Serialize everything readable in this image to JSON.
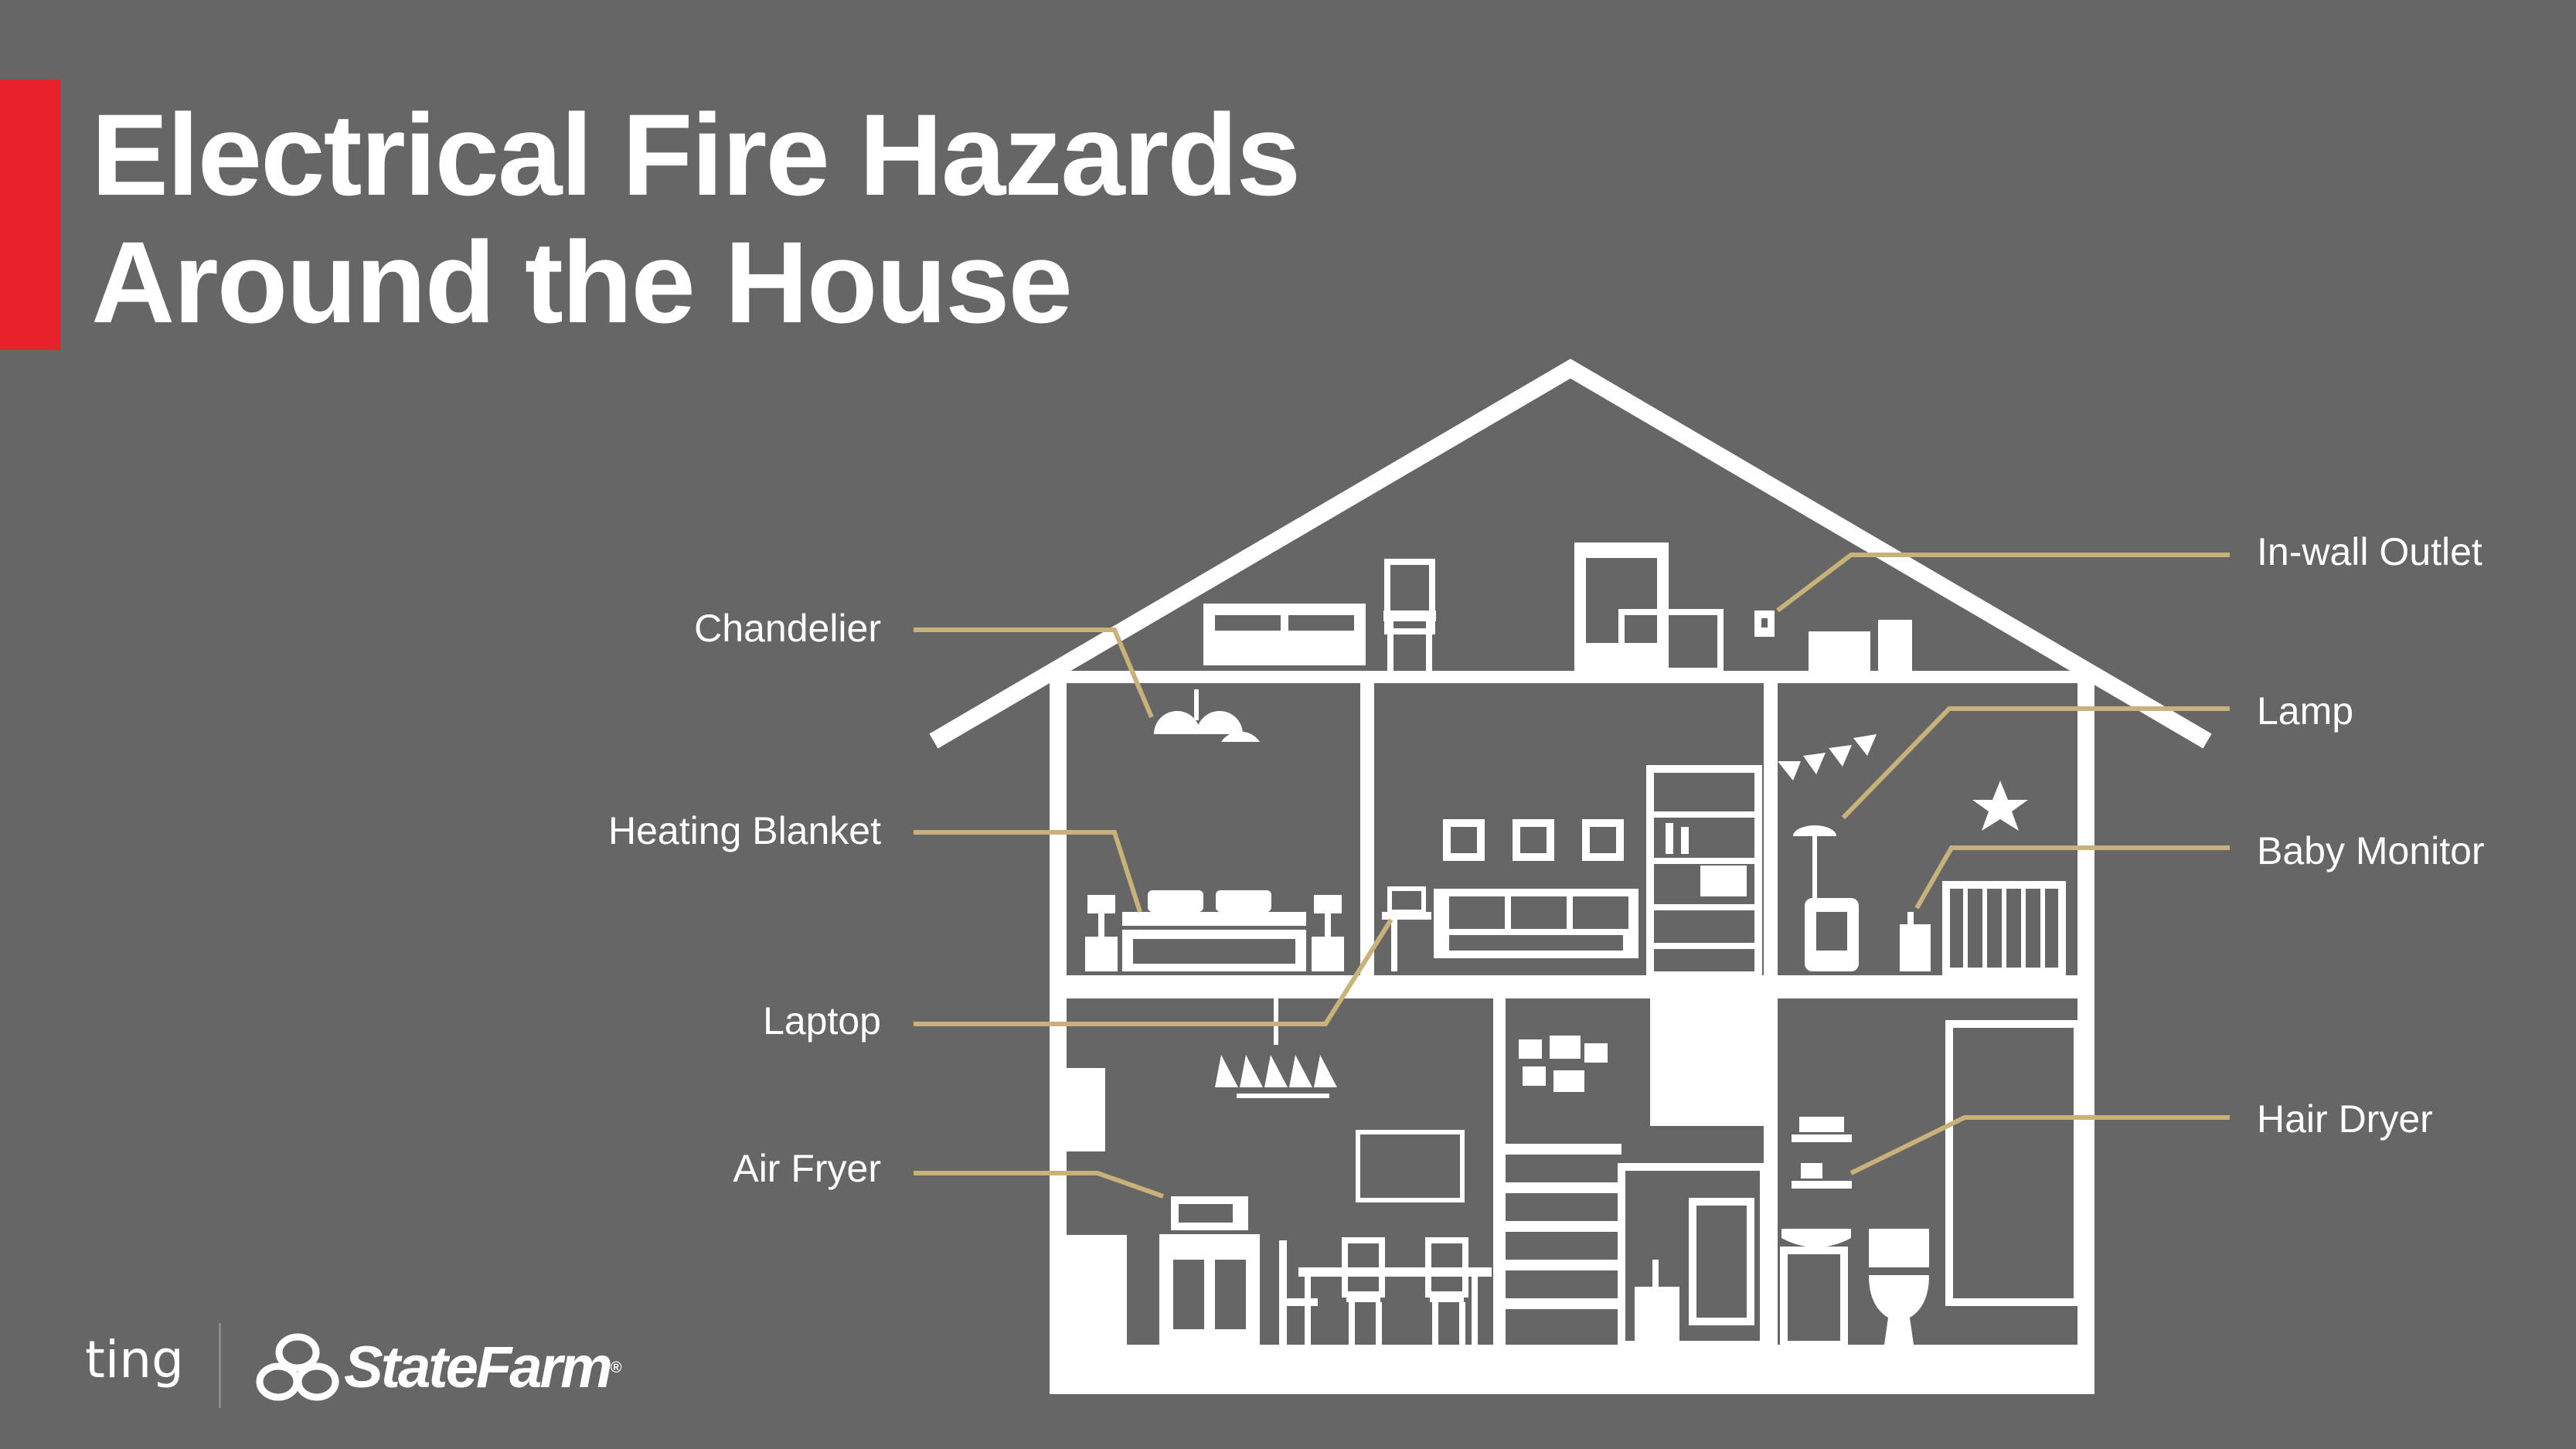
{
  "title": {
    "line1": "Electrical Fire Hazards",
    "line2": "Around the House"
  },
  "callouts": {
    "chandelier": "Chandelier",
    "heating_blanket": "Heating Blanket",
    "laptop": "Laptop",
    "air_fryer": "Air Fryer",
    "in_wall_outlet": "In-wall Outlet",
    "lamp": "Lamp",
    "baby_monitor": "Baby Monitor",
    "hair_dryer": "Hair Dryer"
  },
  "logos": {
    "ting": "ting",
    "statefarm": "StateFarm",
    "statefarm_mark": "®"
  },
  "colors": {
    "background": "#666666",
    "accent": "#E8202A",
    "leader_line": "#C8B27A",
    "house": "#FFFFFF"
  }
}
